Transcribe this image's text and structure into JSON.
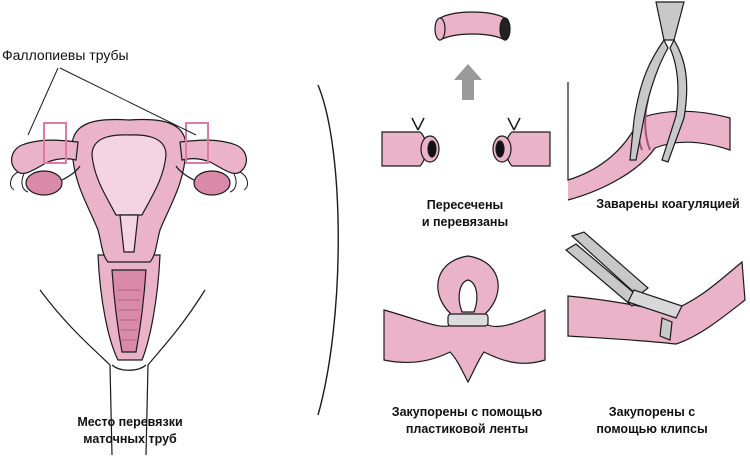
{
  "labels": {
    "fallopian_tubes": "Фаллопиевы трубы",
    "ligation_site_line1": "Место перевязки",
    "ligation_site_line2": "маточных труб",
    "cut_tied_line1": "Пересечены",
    "cut_tied_line2": "и перевязаны",
    "coagulation": "Заварены коагуляцией",
    "plastic_band_line1": "Закупорены с помощью",
    "plastic_band_line2": "пластиковой ленты",
    "clip_line1": "Закупорены с",
    "clip_line2": "помощью клипсы"
  },
  "colors": {
    "pink_fill": "#eab3c8",
    "pink_light": "#f5d4e1",
    "pink_dark": "#d98aa8",
    "outline": "#1a1a1a",
    "highlight_box": "#e07aa0",
    "arrow_gray": "#9a9a9a",
    "metal": "#c8c8c8"
  },
  "icons": {
    "arrow": "up-arrow-icon",
    "forceps": "forceps-icon",
    "clip_applicator": "clip-applicator-icon"
  }
}
